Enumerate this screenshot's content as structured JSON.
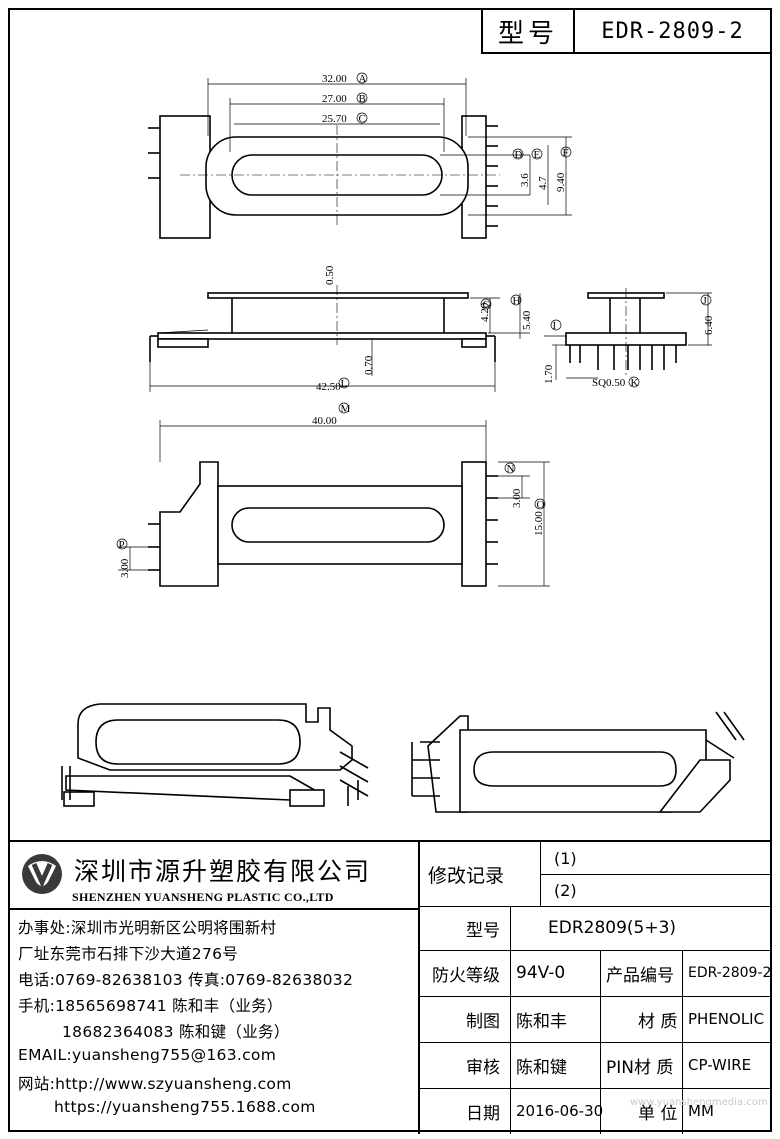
{
  "header": {
    "label": "型号",
    "model": "EDR-2809-2"
  },
  "dimensions": {
    "A": "32.00",
    "B": "27.00",
    "C": "25.70",
    "D": "3.6",
    "E": "4.7",
    "F": "9.40",
    "G": "4.20",
    "H": "5.40",
    "I": "0.50",
    "J": "6.40",
    "K": "SQ0.50",
    "L": "42.50",
    "M": "40.00",
    "N": "3.00",
    "O": "15.00",
    "P": "3.00",
    "Q": "0.70",
    "R": "1.70"
  },
  "letters": {
    "A": "A",
    "B": "B",
    "C": "C",
    "D": "D",
    "E": "E",
    "F": "F",
    "G": "G",
    "H": "H",
    "I": "I",
    "J": "J",
    "K": "K",
    "L": "L",
    "M": "M",
    "N": "N",
    "O": "O",
    "P": "P"
  },
  "company": {
    "name_cn": "深圳市源升塑胶有限公司",
    "name_en": "SHENZHEN YUANSHENG PLASTIC CO.,LTD",
    "office": "办事处:深圳市光明新区公明将围新村",
    "factory": "厂址东莞市石排下沙大道276号",
    "phone": "电话:0769-82638103 传真:0769-82638032",
    "mobile1": "手机:18565698741 陈和丰（业务）",
    "mobile2": "18682364083 陈和键（业务）",
    "email": "EMAIL:yuansheng755@163.com",
    "web1": "网站:http://www.szyuansheng.com",
    "web2": "https://yuansheng755.1688.com"
  },
  "revision": {
    "label": "修改记录",
    "r1": "(1)",
    "r2": "(2)"
  },
  "table": {
    "model_label": "型号",
    "model_value": "EDR2809(5+3)",
    "fire_label": "防火等级",
    "fire_value": "94V-0",
    "prodno_label": "产品编号",
    "prodno_value": "EDR-2809-2",
    "draw_label": "制图",
    "draw_value": "陈和丰",
    "mat_label": "材 质",
    "mat_value": "PHENOLIC",
    "check_label": "审核",
    "check_value": "陈和键",
    "pin_label": "PIN材 质",
    "pin_value": "CP-WIRE",
    "date_label": "日期",
    "date_value": "2016-06-30",
    "unit_label": "单 位",
    "unit_value": "MM"
  },
  "watermark": "www.yuanshengmedia.com"
}
